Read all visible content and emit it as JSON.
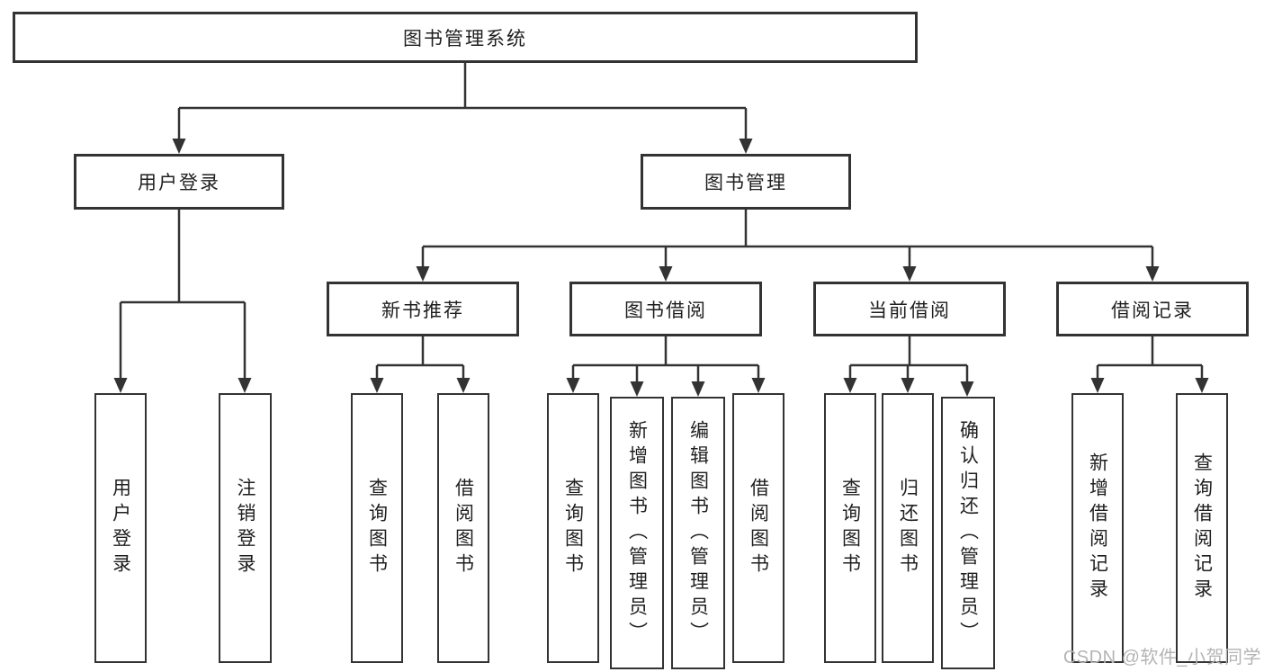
{
  "tree": {
    "root": {
      "label": "图书管理系统"
    },
    "branches": [
      {
        "label": "用户登录",
        "children": [
          {
            "label": "用户登录"
          },
          {
            "label": "注销登录"
          }
        ]
      },
      {
        "label": "图书管理",
        "children": [
          {
            "label": "新书推荐",
            "children": [
              {
                "label": "查询图书"
              },
              {
                "label": "借阅图书"
              }
            ]
          },
          {
            "label": "图书借阅",
            "children": [
              {
                "label": "查询图书"
              },
              {
                "label": "新增图书（管理员）"
              },
              {
                "label": "编辑图书（管理员）"
              },
              {
                "label": "借阅图书"
              }
            ]
          },
          {
            "label": "当前借阅",
            "children": [
              {
                "label": "查询图书"
              },
              {
                "label": "归还图书"
              },
              {
                "label": "确认归还（管理员）"
              }
            ]
          },
          {
            "label": "借阅记录",
            "children": [
              {
                "label": "新增借阅记录"
              },
              {
                "label": "查询借阅记录"
              }
            ]
          }
        ]
      }
    ]
  },
  "watermark": "CSDN @软件_小贺同学",
  "colors": {
    "line": "#333333",
    "box_border": "#333333",
    "text": "#1f1f1f",
    "watermark": "#b4b4b4",
    "background": "#ffffff"
  }
}
